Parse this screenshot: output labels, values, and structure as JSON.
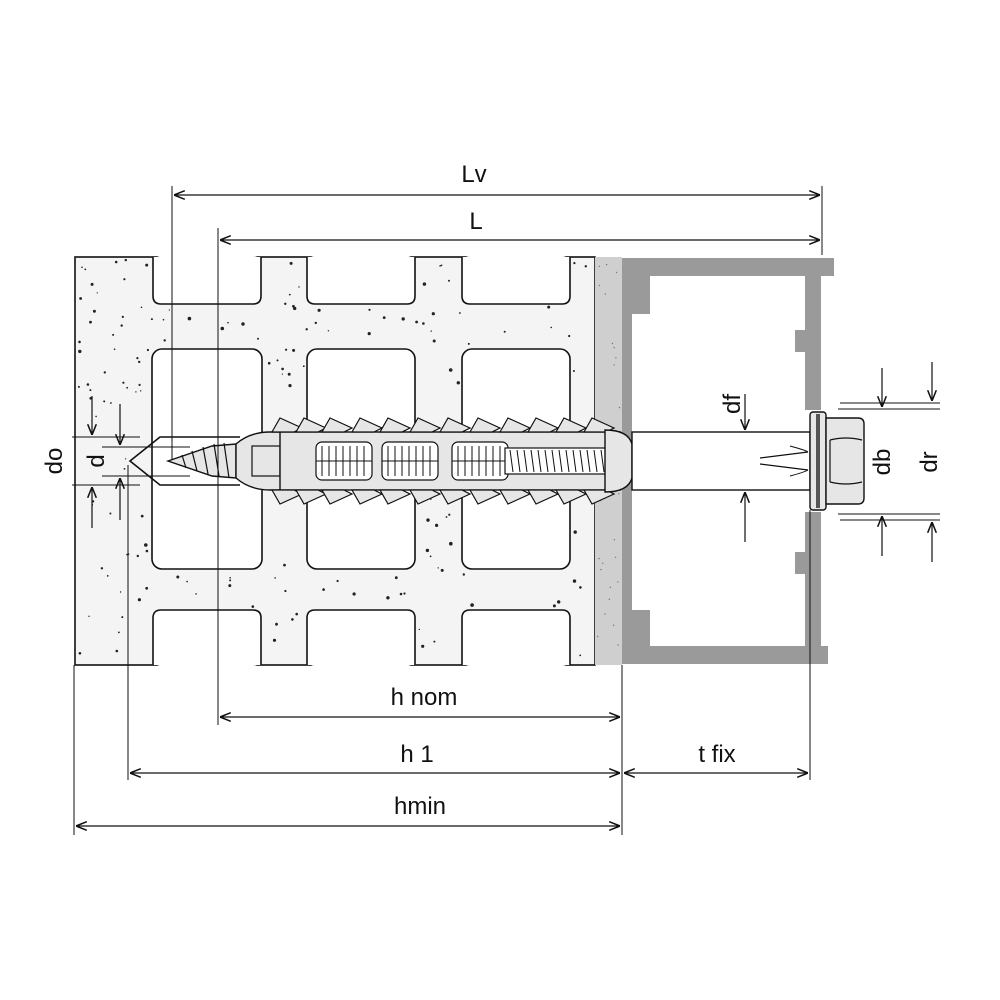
{
  "labels": {
    "lv": "Lv",
    "l": "L",
    "h_nom": "h nom",
    "h1": "h 1",
    "t_fix": "t fix",
    "hmin": "hmin",
    "d0": "do",
    "d": "d",
    "df": "df",
    "db": "db",
    "dr": "dr"
  },
  "colors": {
    "line": "#111111",
    "brick_fill": "#f4f4f4",
    "plaster": "#cfcfcf",
    "profile": "#9a9a9a",
    "anchor_fill": "#e6e6e6"
  }
}
